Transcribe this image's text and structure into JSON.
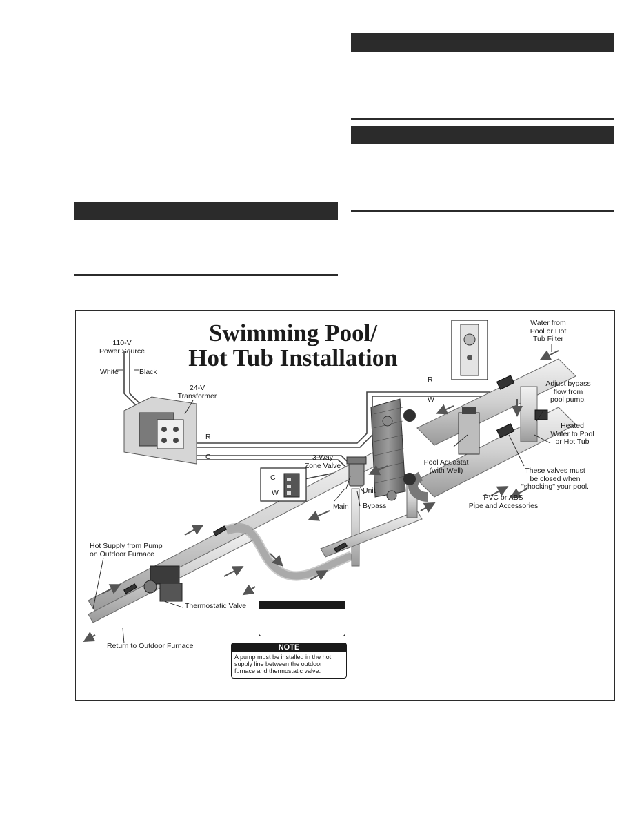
{
  "page": {
    "section_rules": [
      "",
      "",
      ""
    ]
  },
  "diagram": {
    "title_line1": "Swimming Pool/",
    "title_line2": "Hot Tub Installation",
    "labels": {
      "power_source": "110-V\nPower Source",
      "white": "White",
      "black": "Black",
      "transformer": "24-V\nTransformer",
      "r_top": "R",
      "w_top": "W",
      "r_mid": "R",
      "c_mid": "C",
      "zone_valve": "3-Way\nZone Valve",
      "c_small": "C",
      "w_small": "W",
      "main": "Main",
      "unit": "Unit",
      "bypass": "Bypass",
      "water_from": "Water from\nPool or Hot\nTub Filter",
      "adjust_bypass": "Adjust bypass\nflow from\npool pump.",
      "heated_water": "Heated\nWater to Pool\nor Hot Tub",
      "valves_closed": "These valves must\nbe closed when\n\"shocking\" your pool.",
      "aquastat": "Pool Aquastat\n(with Well)",
      "pvc": "PVC or ABS\nPipe and Accessories",
      "hot_supply": "Hot Supply from Pump\non Outdoor Furnace",
      "thermostatic": "Thermostatic Valve",
      "return": "Return to Outdoor Furnace"
    },
    "blank_box_title": "",
    "note": {
      "title": "NOTE",
      "text": "A pump must be installed in the hot supply line between the outdoor furnace and thermostatic valve."
    }
  }
}
